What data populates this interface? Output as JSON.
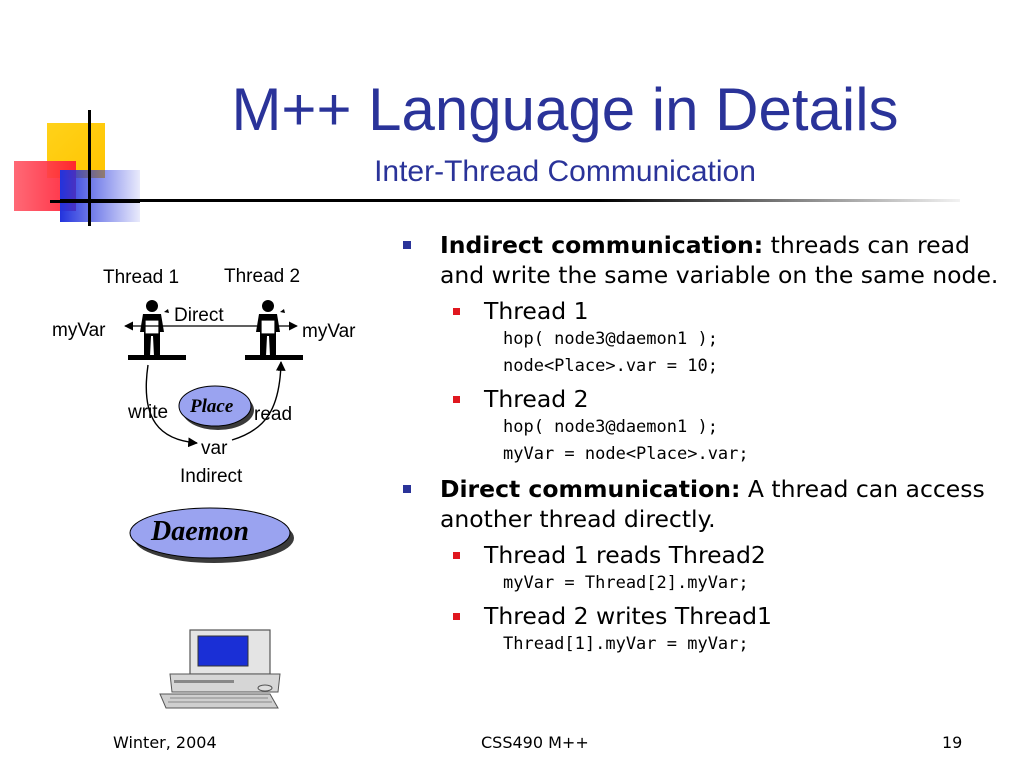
{
  "slide": {
    "title": "M++ Language in Details",
    "subtitle": "Inter-Thread Communication"
  },
  "diagram": {
    "thread1_label": "Thread 1",
    "thread2_label": "Thread 2",
    "direct_label": "Direct",
    "myvar_left": "myVar",
    "myvar_right": "myVar",
    "write_label": "write",
    "read_label": "read",
    "place_label": "Place",
    "var_label": "var",
    "indirect_label": "Indirect",
    "daemon_label": "Daemon",
    "icons": [
      "speaker-at-podium-icon",
      "computer-icon"
    ]
  },
  "content": {
    "bullets": [
      {
        "lead": "Indirect communication:",
        "text": " threads can read and write the same variable on the same node.",
        "sub": [
          {
            "label": "Thread 1",
            "code": [
              "hop( node3@daemon1 );",
              "node<Place>.var = 10;"
            ]
          },
          {
            "label": "Thread 2",
            "code": [
              "hop( node3@daemon1 );",
              "myVar = node<Place>.var;"
            ]
          }
        ]
      },
      {
        "lead": "Direct communication:",
        "text": " A thread can access another thread directly.",
        "sub": [
          {
            "label": "Thread 1 reads Thread2",
            "code": [
              "myVar = Thread[2].myVar;"
            ]
          },
          {
            "label": "Thread 2 writes Thread1",
            "code": [
              "Thread[1].myVar = myVar;"
            ]
          }
        ]
      }
    ]
  },
  "footer": {
    "left": "Winter, 2004",
    "center": "CSS490 M++",
    "page": "19"
  },
  "colors": {
    "title": "#2a3399",
    "bullet_l1": "#2a3399",
    "bullet_l2": "#e0171f",
    "ellipse_fill": "#9aa3f0"
  }
}
